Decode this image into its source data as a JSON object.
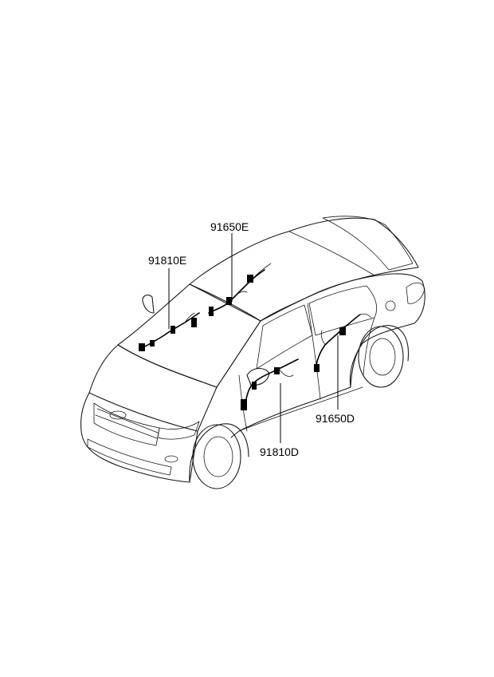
{
  "callouts": {
    "front_door_harness_right": "91650E",
    "front_door_harness_left": "91810E",
    "rear_door_harness_right": "91650D",
    "rear_door_harness_left": "91810D"
  },
  "colors": {
    "line": "#1a1a1a",
    "background": "#ffffff"
  }
}
